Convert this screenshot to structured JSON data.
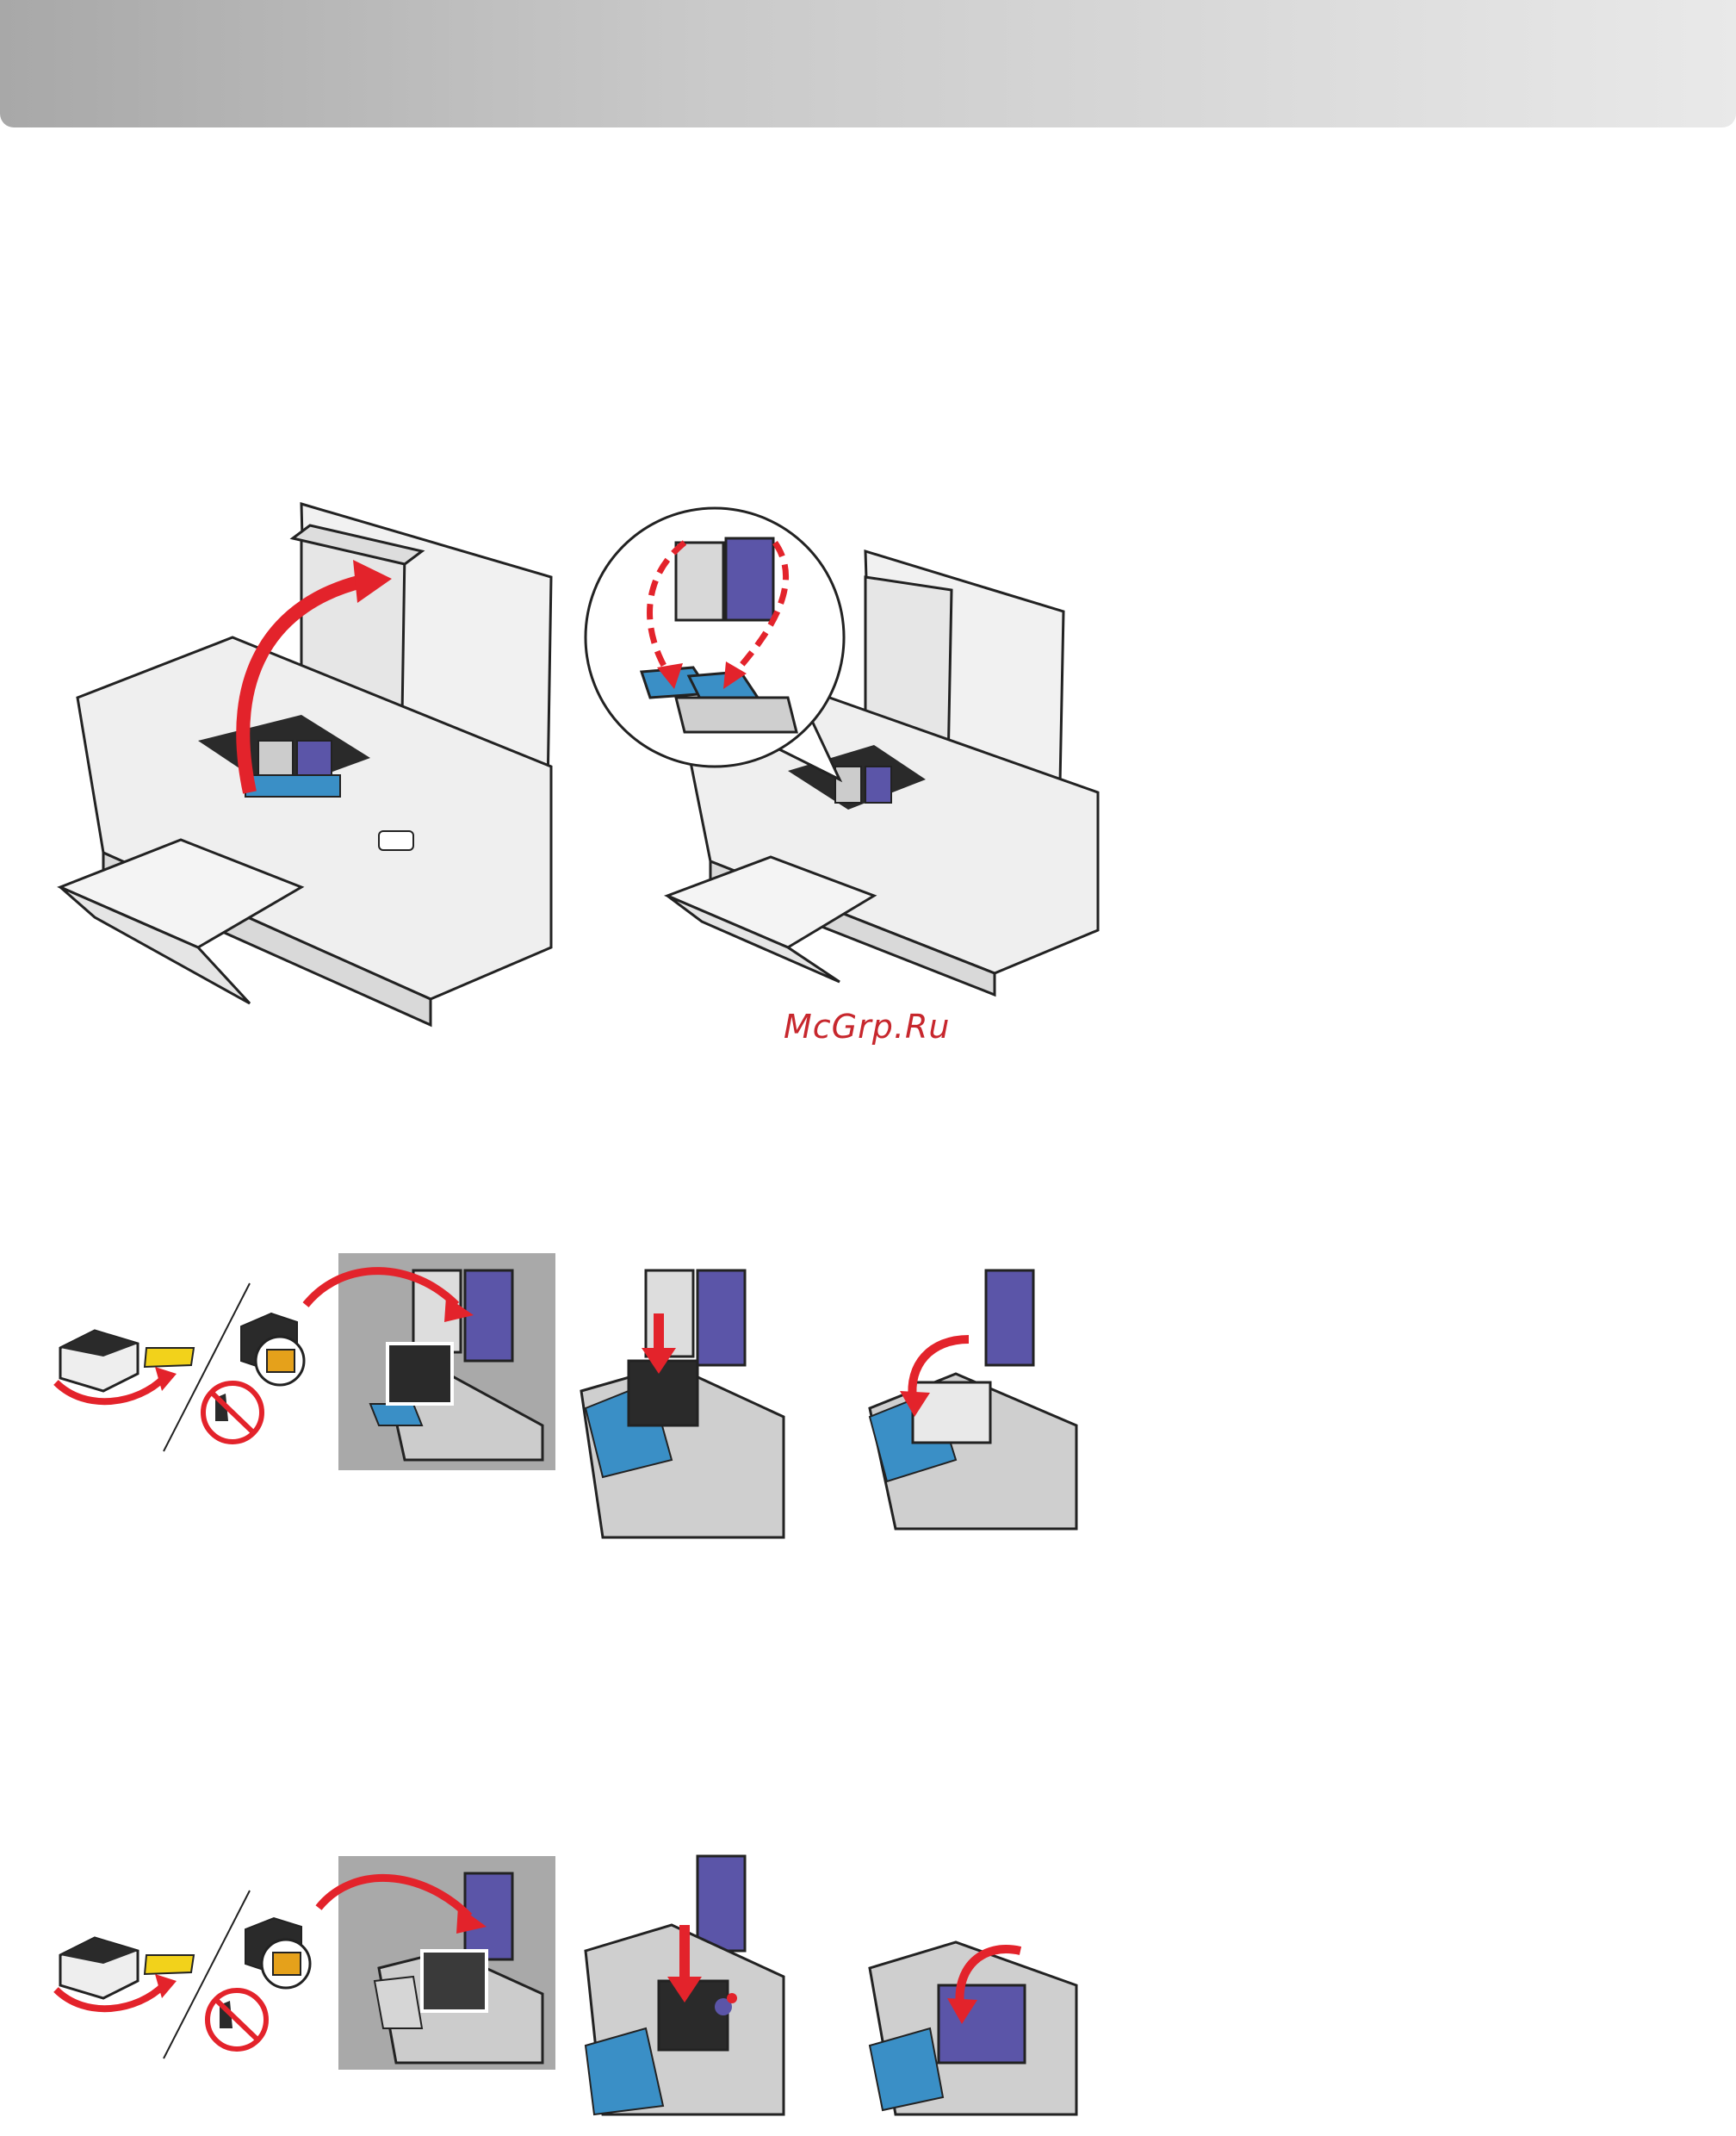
{
  "header": {
    "title": ""
  },
  "watermark": {
    "text": "McGrp.Ru"
  },
  "colors": {
    "arrow_red": "#e3232b",
    "cartridge_purple": "#5b55a8",
    "carrier_blue": "#3a8fc6",
    "printer_gray": "#e8e8e8",
    "tape_yellow": "#f2d21b",
    "panel_gray": "#a9a9a9"
  },
  "figures": [
    {
      "id": "open-printer",
      "icon": "printer-open-icon"
    },
    {
      "id": "open-latches",
      "icon": "latches-open-icon"
    },
    {
      "id": "black-cartridge",
      "icons": [
        "remove-tape-icon",
        "no-touch-icon",
        "insert-cartridge-icon",
        "close-lid-icon"
      ]
    },
    {
      "id": "color-cartridge",
      "icons": [
        "remove-tape-icon",
        "no-touch-icon",
        "insert-cartridge-icon",
        "close-lid-icon"
      ]
    }
  ]
}
